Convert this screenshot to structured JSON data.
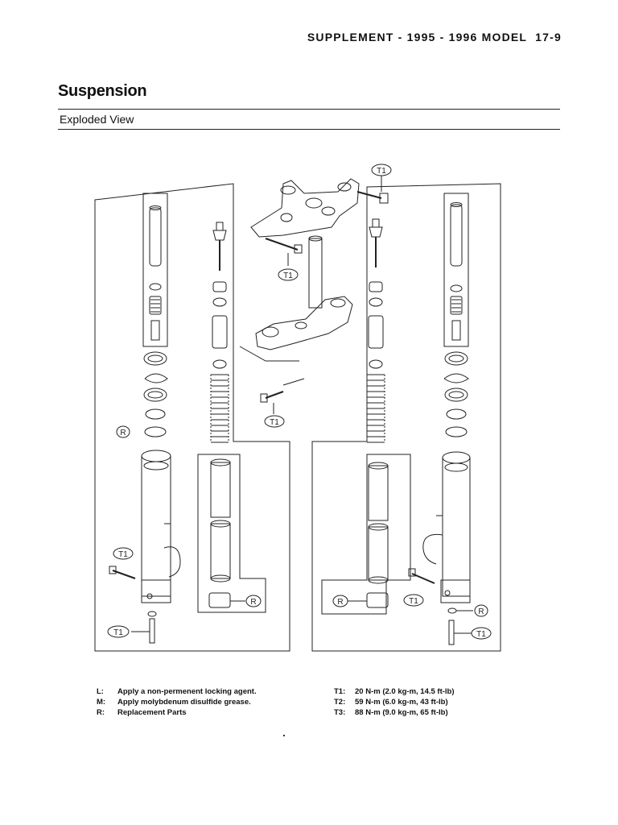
{
  "header": {
    "running_title": "SUPPLEMENT - 1995 - 1996 MODEL",
    "page_number": "17-9"
  },
  "section": {
    "title": "Suspension",
    "subtitle": "Exploded View"
  },
  "callouts": {
    "t1": "T1",
    "r": "R"
  },
  "legend": {
    "left": [
      {
        "key": "L:",
        "text": "Apply a non-permenent locking agent."
      },
      {
        "key": "M:",
        "text": "Apply molybdenum disulfide grease."
      },
      {
        "key": "R:",
        "text": "Replacement Parts"
      }
    ],
    "right": [
      {
        "key": "T1:",
        "text": "20 N-m (2.0 kg-m, 14.5 ft-lb)"
      },
      {
        "key": "T2:",
        "text": "59 N-m (6.0 kg-m, 43 ft-lb)"
      },
      {
        "key": "T3:",
        "text": "88 N-m (9.0 kg-m, 65 ft-lb)"
      }
    ]
  }
}
